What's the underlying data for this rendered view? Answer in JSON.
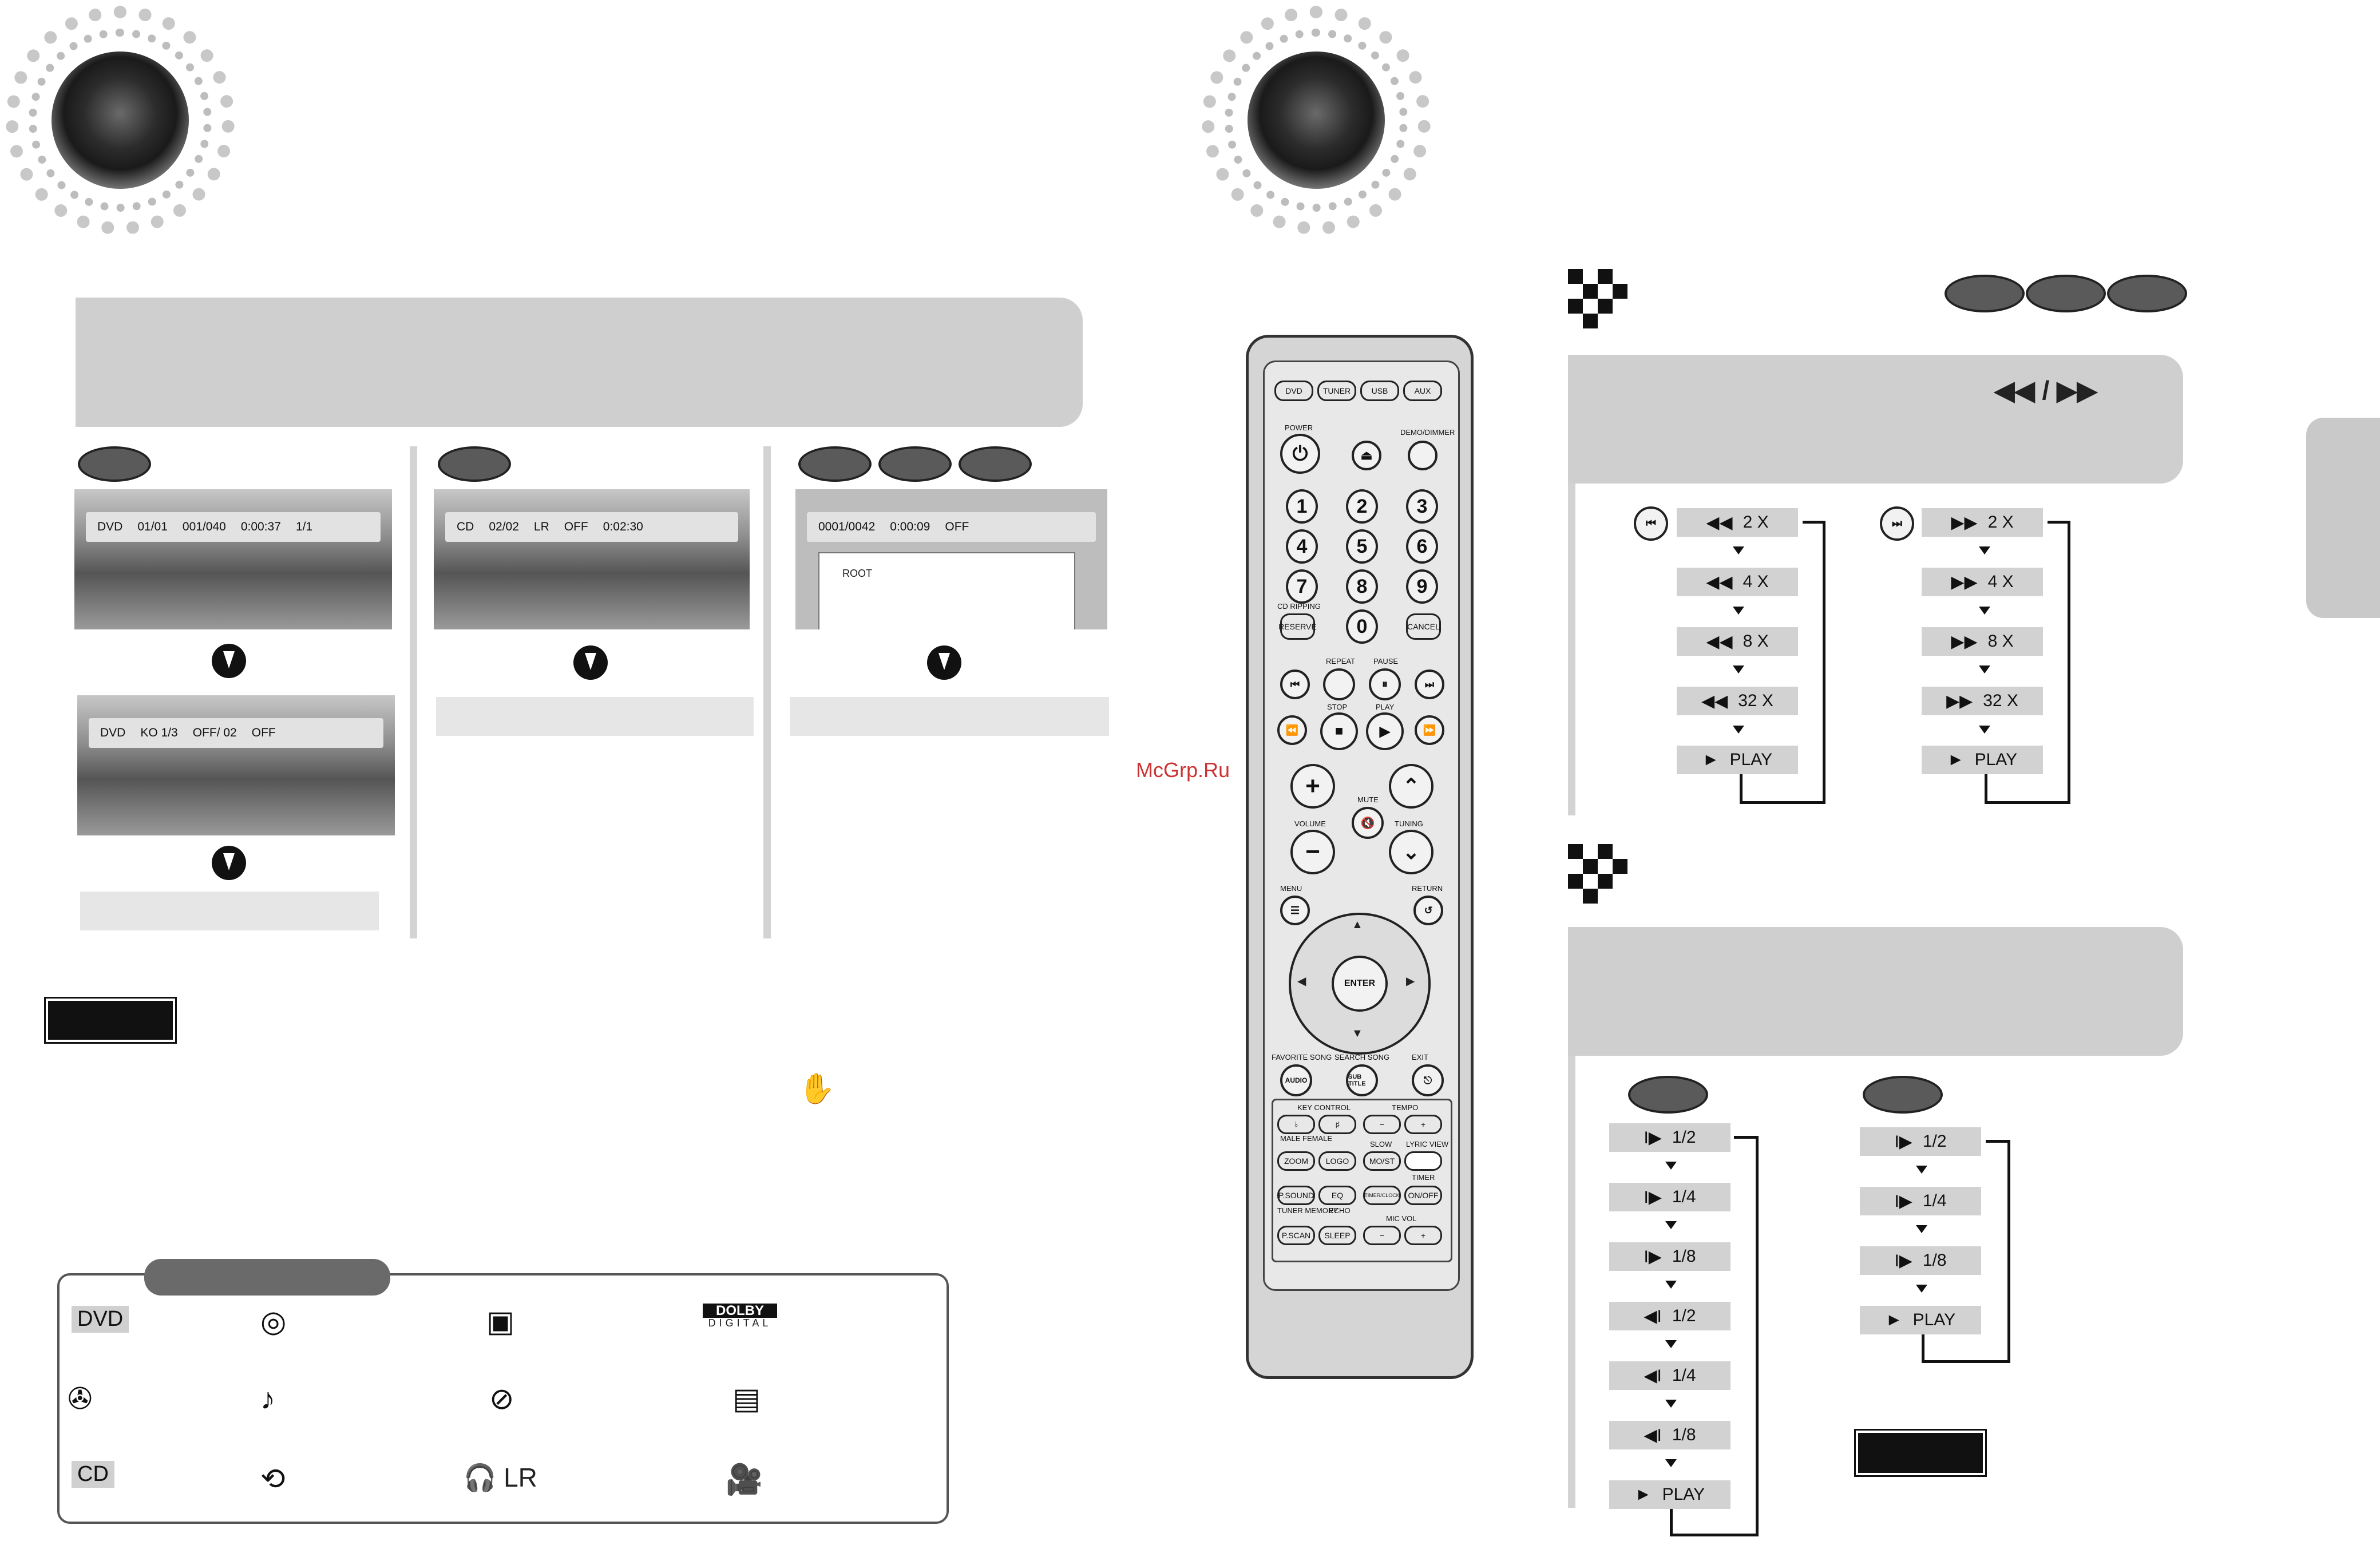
{
  "watermark": "McGrp.Ru",
  "screens": {
    "dvd1": [
      "DVD",
      "01/01",
      "001/040",
      "0:00:37",
      "1/1"
    ],
    "dvd2": [
      "DVD",
      "KO 1/3",
      "OFF/ 02",
      "OFF"
    ],
    "cd": [
      "CD",
      "02/02",
      "LR",
      "OFF",
      "0:02:30"
    ],
    "mp3": [
      "0001/0042",
      "0:00:09",
      "OFF"
    ],
    "mp3_folder": "ROOT"
  },
  "legend": {
    "labels": [
      "DVD",
      "CD"
    ],
    "dolby": [
      "DOLBY",
      "DIGITAL"
    ],
    "lr": "LR",
    "icons": [
      "disc-icon",
      "subtitle-icon",
      "dolby-icon",
      "angle-icon",
      "audio-language-icon",
      "time-icon",
      "caption-icon",
      "repeat-icon",
      "headphone-icon",
      "camera-icon"
    ]
  },
  "remote": {
    "top_buttons": [
      "DVD",
      "TUNER",
      "USB",
      "AUX"
    ],
    "labels": {
      "power": "POWER",
      "demo": "DEMO/DIMMER",
      "cd_ripping": "CD RIPPING",
      "reserve": "RESERVE",
      "cancel": "CANCEL",
      "repeat": "REPEAT",
      "pause": "PAUSE",
      "stop": "STOP",
      "play": "PLAY",
      "mute": "MUTE",
      "volume": "VOLUME",
      "tuning": "TUNING",
      "menu": "MENU",
      "return": "RETURN",
      "enter": "ENTER",
      "favorite": "FAVORITE SONG",
      "search": "SEARCH SONG",
      "exit": "EXIT",
      "audio": "AUDIO",
      "subtitle": "SUB TITLE",
      "key_control": "KEY CONTROL",
      "tempo": "TEMPO",
      "male_female": "MALE FEMALE",
      "slow": "SLOW",
      "lyric": "LYRIC VIEW",
      "zoom": "ZOOM",
      "logo": "LOGO",
      "most": "MO/ST",
      "timer": "TIMER",
      "psound": "P.SOUND",
      "eq": "EQ",
      "timerclock": "TIMER/CLOCK",
      "onoff": "ON/OFF",
      "tuner_memory": "TUNER MEMORY",
      "echo": "ECHO",
      "mic_vol": "MIC VOL",
      "pscan": "P.SCAN",
      "sleep": "SLEEP"
    },
    "digits": [
      "1",
      "2",
      "3",
      "4",
      "5",
      "6",
      "7",
      "8",
      "9",
      "0"
    ]
  },
  "search": {
    "header_symbol": "◀◀ / ▶▶",
    "rewind": [
      "2 X",
      "4 X",
      "8 X",
      "32 X",
      "PLAY"
    ],
    "forward": [
      "2 X",
      "4 X",
      "8 X",
      "32 X",
      "PLAY"
    ]
  },
  "slow": {
    "left": [
      "1/2",
      "1/4",
      "1/8",
      "1/2",
      "1/4",
      "1/8",
      "PLAY"
    ],
    "right": [
      "1/2",
      "1/4",
      "1/8",
      "PLAY"
    ]
  }
}
